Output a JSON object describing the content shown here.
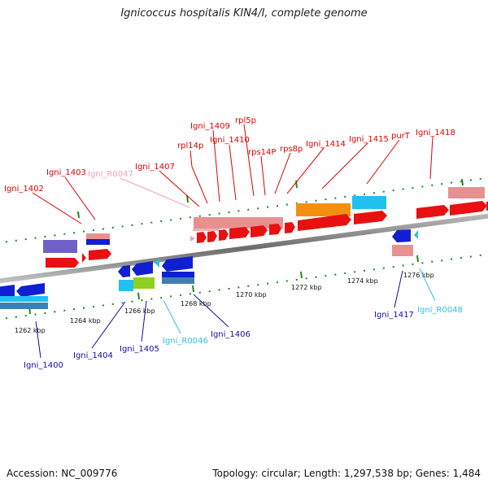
{
  "title": "Ignicoccus hospitalis KIN4/I, complete genome",
  "footer": {
    "accession": "Accession: NC_009776",
    "topology": "Topology: circular; Length: 1,297,538 bp; Genes: 1,484"
  },
  "ticks": [
    "1262 kbp",
    "1264 kbp",
    "1266 kbp",
    "1268 kbp",
    "1270 kbp",
    "1272 kbp",
    "1274 kbp",
    "1276 kbp"
  ],
  "upper_labels": [
    {
      "text": "Igni_1402",
      "color": "#e00000"
    },
    {
      "text": "Igni_1403",
      "color": "#e00000"
    },
    {
      "text": "Igni_R0047",
      "color": "#f0a0c0"
    },
    {
      "text": "Igni_1407",
      "color": "#e00000"
    },
    {
      "text": "rpl14p",
      "color": "#e00000"
    },
    {
      "text": "Igni_1409",
      "color": "#e00000"
    },
    {
      "text": "Igni_1410",
      "color": "#e00000"
    },
    {
      "text": "rpl5p",
      "color": "#e00000"
    },
    {
      "text": "rps14P",
      "color": "#e00000"
    },
    {
      "text": "rps8p",
      "color": "#e00000"
    },
    {
      "text": "Igni_1414",
      "color": "#e00000"
    },
    {
      "text": "Igni_1415",
      "color": "#e00000"
    },
    {
      "text": "purT",
      "color": "#e00000"
    },
    {
      "text": "Igni_1418",
      "color": "#e00000"
    }
  ],
  "lower_labels": [
    {
      "text": "Igni_1400",
      "color": "#1010a0"
    },
    {
      "text": "Igni_1404",
      "color": "#1010a0"
    },
    {
      "text": "Igni_1405",
      "color": "#1010a0"
    },
    {
      "text": "Igni_R0046",
      "color": "#30c0e0"
    },
    {
      "text": "Igni_1406",
      "color": "#1010a0"
    },
    {
      "text": "Igni_1417",
      "color": "#1010a0"
    },
    {
      "text": "Igni_R0048",
      "color": "#30c0e0"
    }
  ]
}
